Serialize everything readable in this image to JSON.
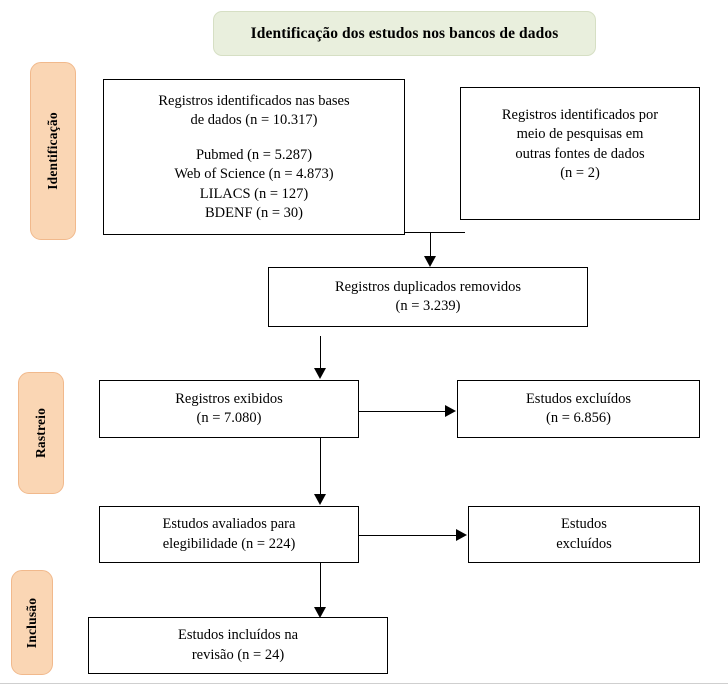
{
  "diagram": {
    "title": "Identificação dos estudos nos bancos de dados",
    "type": "prisma-flow-diagram",
    "colors": {
      "banner_fill": "#e9efdd",
      "banner_border": "#d6dfc4",
      "stage_tab_fill": "#fad6b4",
      "stage_tab_border": "#f1b98c",
      "box_border": "#000000",
      "box_fill": "#ffffff",
      "connector": "#000000"
    }
  },
  "stages": [
    {
      "id": "identificacao",
      "label": "Identificação"
    },
    {
      "id": "rastreio",
      "label": "Rastreio"
    },
    {
      "id": "inclusao",
      "label": "Inclusão"
    }
  ],
  "boxes": {
    "databases": {
      "lines": [
        "Registros identificados nas bases",
        "de dados (n = 10.317)"
      ],
      "sources": [
        "Pubmed (n = 5.287)",
        "Web of Science (n = 4.873)",
        "LILACS (n = 127)",
        "BDENF (n = 30)"
      ]
    },
    "other_sources": {
      "lines": [
        "Registros identificados por",
        "meio de pesquisas em",
        "outras fontes de dados",
        "(n = 2)"
      ]
    },
    "duplicates_removed": {
      "lines": [
        "Registros duplicados removidos",
        "(n = 3.239)"
      ]
    },
    "records_screened": {
      "lines": [
        "Registros exibidos",
        "(n = 7.080)"
      ]
    },
    "records_excluded": {
      "lines": [
        "Estudos excluídos",
        "(n = 6.856)"
      ]
    },
    "eligibility_assessed": {
      "lines": [
        "Estudos avaliados para",
        "elegibilidade (n = 224)"
      ]
    },
    "eligibility_excluded": {
      "lines": [
        "Estudos",
        "excluídos"
      ]
    },
    "included": {
      "lines": [
        "Estudos incluídos na",
        "revisão (n = 24)"
      ]
    }
  },
  "chart_data": {
    "type": "flow",
    "title": "Identificação dos estudos nos bancos de dados",
    "nodes": [
      {
        "id": "databases",
        "stage": "Identificação",
        "label": "Registros identificados nas bases de dados",
        "n": 10317,
        "breakdown": [
          {
            "source": "Pubmed",
            "n": 5287
          },
          {
            "source": "Web of Science",
            "n": 4873
          },
          {
            "source": "LILACS",
            "n": 127
          },
          {
            "source": "BDENF",
            "n": 30
          }
        ]
      },
      {
        "id": "other_sources",
        "stage": "Identificação",
        "label": "Registros identificados por meio de pesquisas em outras fontes de dados",
        "n": 2
      },
      {
        "id": "duplicates_removed",
        "stage": "Identificação",
        "label": "Registros duplicados removidos",
        "n": 3239
      },
      {
        "id": "records_screened",
        "stage": "Rastreio",
        "label": "Registros exibidos",
        "n": 7080
      },
      {
        "id": "records_excluded",
        "stage": "Rastreio",
        "label": "Estudos excluídos",
        "n": 6856
      },
      {
        "id": "eligibility_assessed",
        "stage": "Rastreio",
        "label": "Estudos avaliados para elegibilidade",
        "n": 224
      },
      {
        "id": "eligibility_excluded",
        "stage": "Rastreio",
        "label": "Estudos excluídos",
        "n": null
      },
      {
        "id": "included",
        "stage": "Inclusão",
        "label": "Estudos incluídos na revisão",
        "n": 24
      }
    ],
    "edges": [
      {
        "from": "databases",
        "to": "duplicates_removed"
      },
      {
        "from": "other_sources",
        "to": "duplicates_removed"
      },
      {
        "from": "duplicates_removed",
        "to": "records_screened"
      },
      {
        "from": "records_screened",
        "to": "records_excluded"
      },
      {
        "from": "records_screened",
        "to": "eligibility_assessed"
      },
      {
        "from": "eligibility_assessed",
        "to": "eligibility_excluded"
      },
      {
        "from": "eligibility_assessed",
        "to": "included"
      }
    ]
  }
}
